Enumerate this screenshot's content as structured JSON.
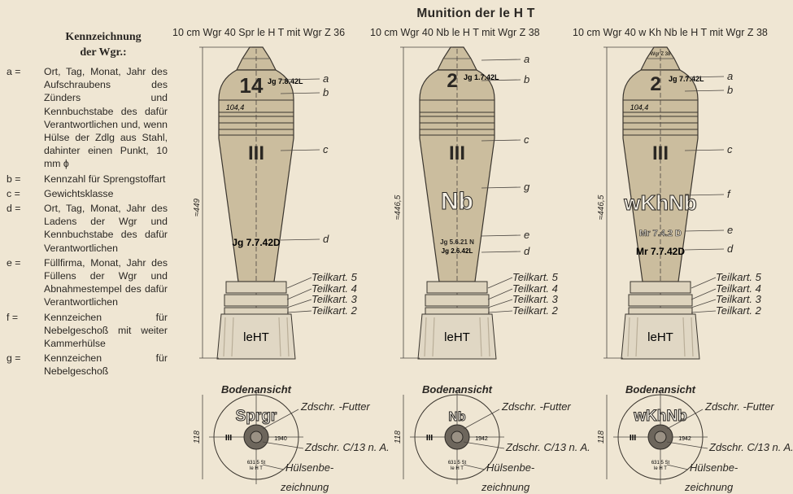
{
  "title": "Munition der le H T",
  "legend": {
    "heading_line1": "Kennzeichnung",
    "heading_line2": "der Wgr.:",
    "items": [
      {
        "key": "a =",
        "text": "Ort, Tag, Monat, Jahr des Aufschraubens des Zünders und Kennbuchstabe des dafür Verantwortlichen und, wenn Hülse der Zdlg aus Stahl, dahinter einen Punkt, 10 mm ϕ"
      },
      {
        "key": "b =",
        "text": "Kennzahl für Sprengstoffart"
      },
      {
        "key": "c =",
        "text": "Gewichtsklasse"
      },
      {
        "key": "d =",
        "text": "Ort, Tag, Monat, Jahr des Ladens der Wgr und Kennbuchstabe des dafür Verantwortlichen"
      },
      {
        "key": "e =",
        "text": "Füllfirma, Monat, Jahr des Füllens der Wgr und Abnahmestempel des dafür Verantwortlichen"
      },
      {
        "key": "f =",
        "text": "Kennzeichen für Nebelgeschoß mit weiter Kammerhülse"
      },
      {
        "key": "g =",
        "text": "Kennzeichen für Nebelgeschoß"
      }
    ]
  },
  "shells": [
    {
      "caption": "10 cm Wgr 40 Spr le H T mit Wgr Z 36",
      "number": "14",
      "stamp_a": "Jg 7.8.42L",
      "diameter": "104,4",
      "weight_class": "III",
      "mark": "",
      "stamp_e": "",
      "stamp_d": "Jg 7.7.42D",
      "height": "≈449",
      "fuze_mark": "",
      "labels": [
        "a",
        "b",
        "c",
        "d"
      ],
      "base_mark": "Sprgr",
      "base_year": "1940"
    },
    {
      "caption": "10 cm Wgr 40 Nb le H T mit Wgr Z 38",
      "number": "2",
      "stamp_a": "Jg 1.7.42L",
      "diameter": "",
      "weight_class": "III",
      "mark": "Nb",
      "stamp_e": "Jg 5.6.21 N",
      "stamp_d": "Jg 2.6.42L",
      "height": "≈446,5",
      "fuze_mark": "",
      "labels": [
        "a",
        "b",
        "c",
        "g",
        "e",
        "d"
      ],
      "base_mark": "Nb",
      "base_year": "1942"
    },
    {
      "caption": "10 cm Wgr 40 w Kh Nb le H T mit Wgr Z 38",
      "number": "2",
      "stamp_a": "Jg 7.7.42L",
      "diameter": "104,4",
      "weight_class": "III",
      "mark": "wKhNb",
      "stamp_e": "Mr 7.4.2 D",
      "stamp_d": "Mr 7.7.42D",
      "height": "≈446,5",
      "fuze_mark": "Wgr Z 38",
      "labels": [
        "a",
        "b",
        "c",
        "f",
        "e",
        "d"
      ],
      "base_mark": "wKhNb",
      "base_year": "1942"
    }
  ],
  "teilkart": [
    "Teilkart. 5",
    "Teilkart. 4",
    "Teilkart. 3",
    "Teilkart. 2"
  ],
  "case_label": "leHT",
  "bottom": {
    "title": "Bodenansicht",
    "diameter": "118",
    "futter": "Zdschr. -Futter",
    "zdschr": "Zdschr. C/13 n. A.",
    "huelse1": "Hülsenbe-",
    "huelse2": "zeichnung",
    "case_stamp1": "631 5 St",
    "case_stamp2": "le H T",
    "weight_class": "III"
  },
  "colors": {
    "paper": "#efe6d3",
    "shell": "#cbbd9e",
    "ink": "#2a2723"
  }
}
